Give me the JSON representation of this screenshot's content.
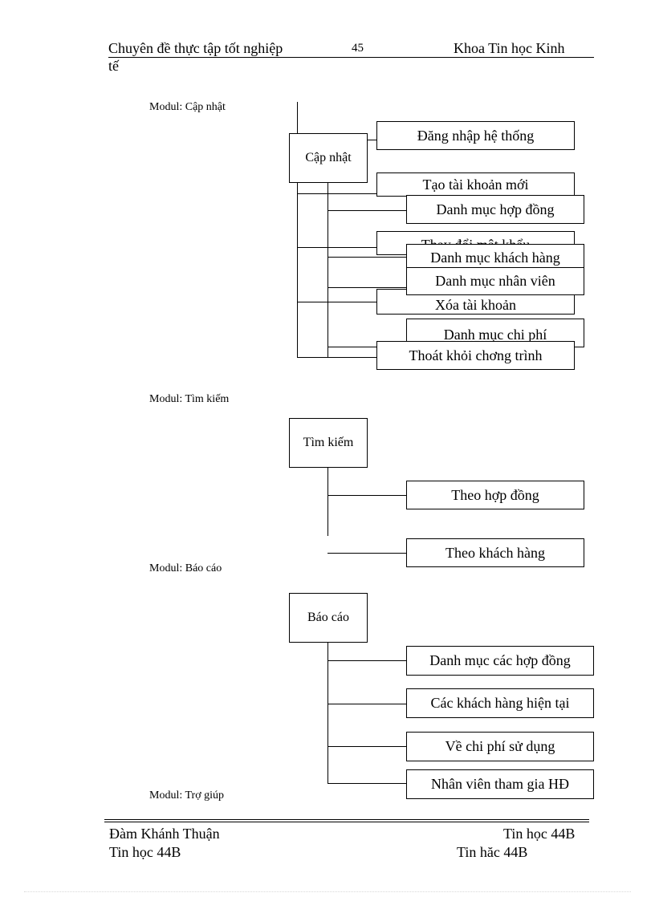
{
  "header": {
    "left": "Chuyên đề thực tập tốt nghiệp",
    "page_number": "45",
    "right": "Khoa Tin học Kinh",
    "wrap": "tế"
  },
  "sections": {
    "cap_nhat": {
      "label": "Modul: Cập nhật",
      "root": "Cập nhật",
      "items": [
        "Đăng nhập hệ thống",
        "Tạo tài khoản mới",
        "Danh mục hợp đồng",
        "Thay đổi mật khẩu",
        "Danh mục khách hàng",
        "Danh mục nhân viên",
        "Xóa tài khoản",
        "Danh mục chi phí",
        "Thoát khỏi chơng trình"
      ]
    },
    "tim_kiem": {
      "label": "Modul: Tìm kiếm",
      "root": "Tìm kiếm",
      "items": [
        "Theo hợp đồng",
        "Theo khách hàng"
      ]
    },
    "bao_cao": {
      "label": "Modul: Báo cáo",
      "root": "Báo cáo",
      "items": [
        "Danh mục các hợp đồng",
        "Các khách hàng hiện tại",
        "Về chi phí sử dụng",
        "Nhân viên tham gia HĐ"
      ]
    },
    "tro_giup": {
      "label": "Modul: Trợ giúp"
    }
  },
  "footer": {
    "author": "Đàm Khánh Thuận",
    "class_left": "Tin học 44B",
    "class_right_top": "Tin học 44B",
    "class_right_bottom": "Tin hăc 44B"
  }
}
